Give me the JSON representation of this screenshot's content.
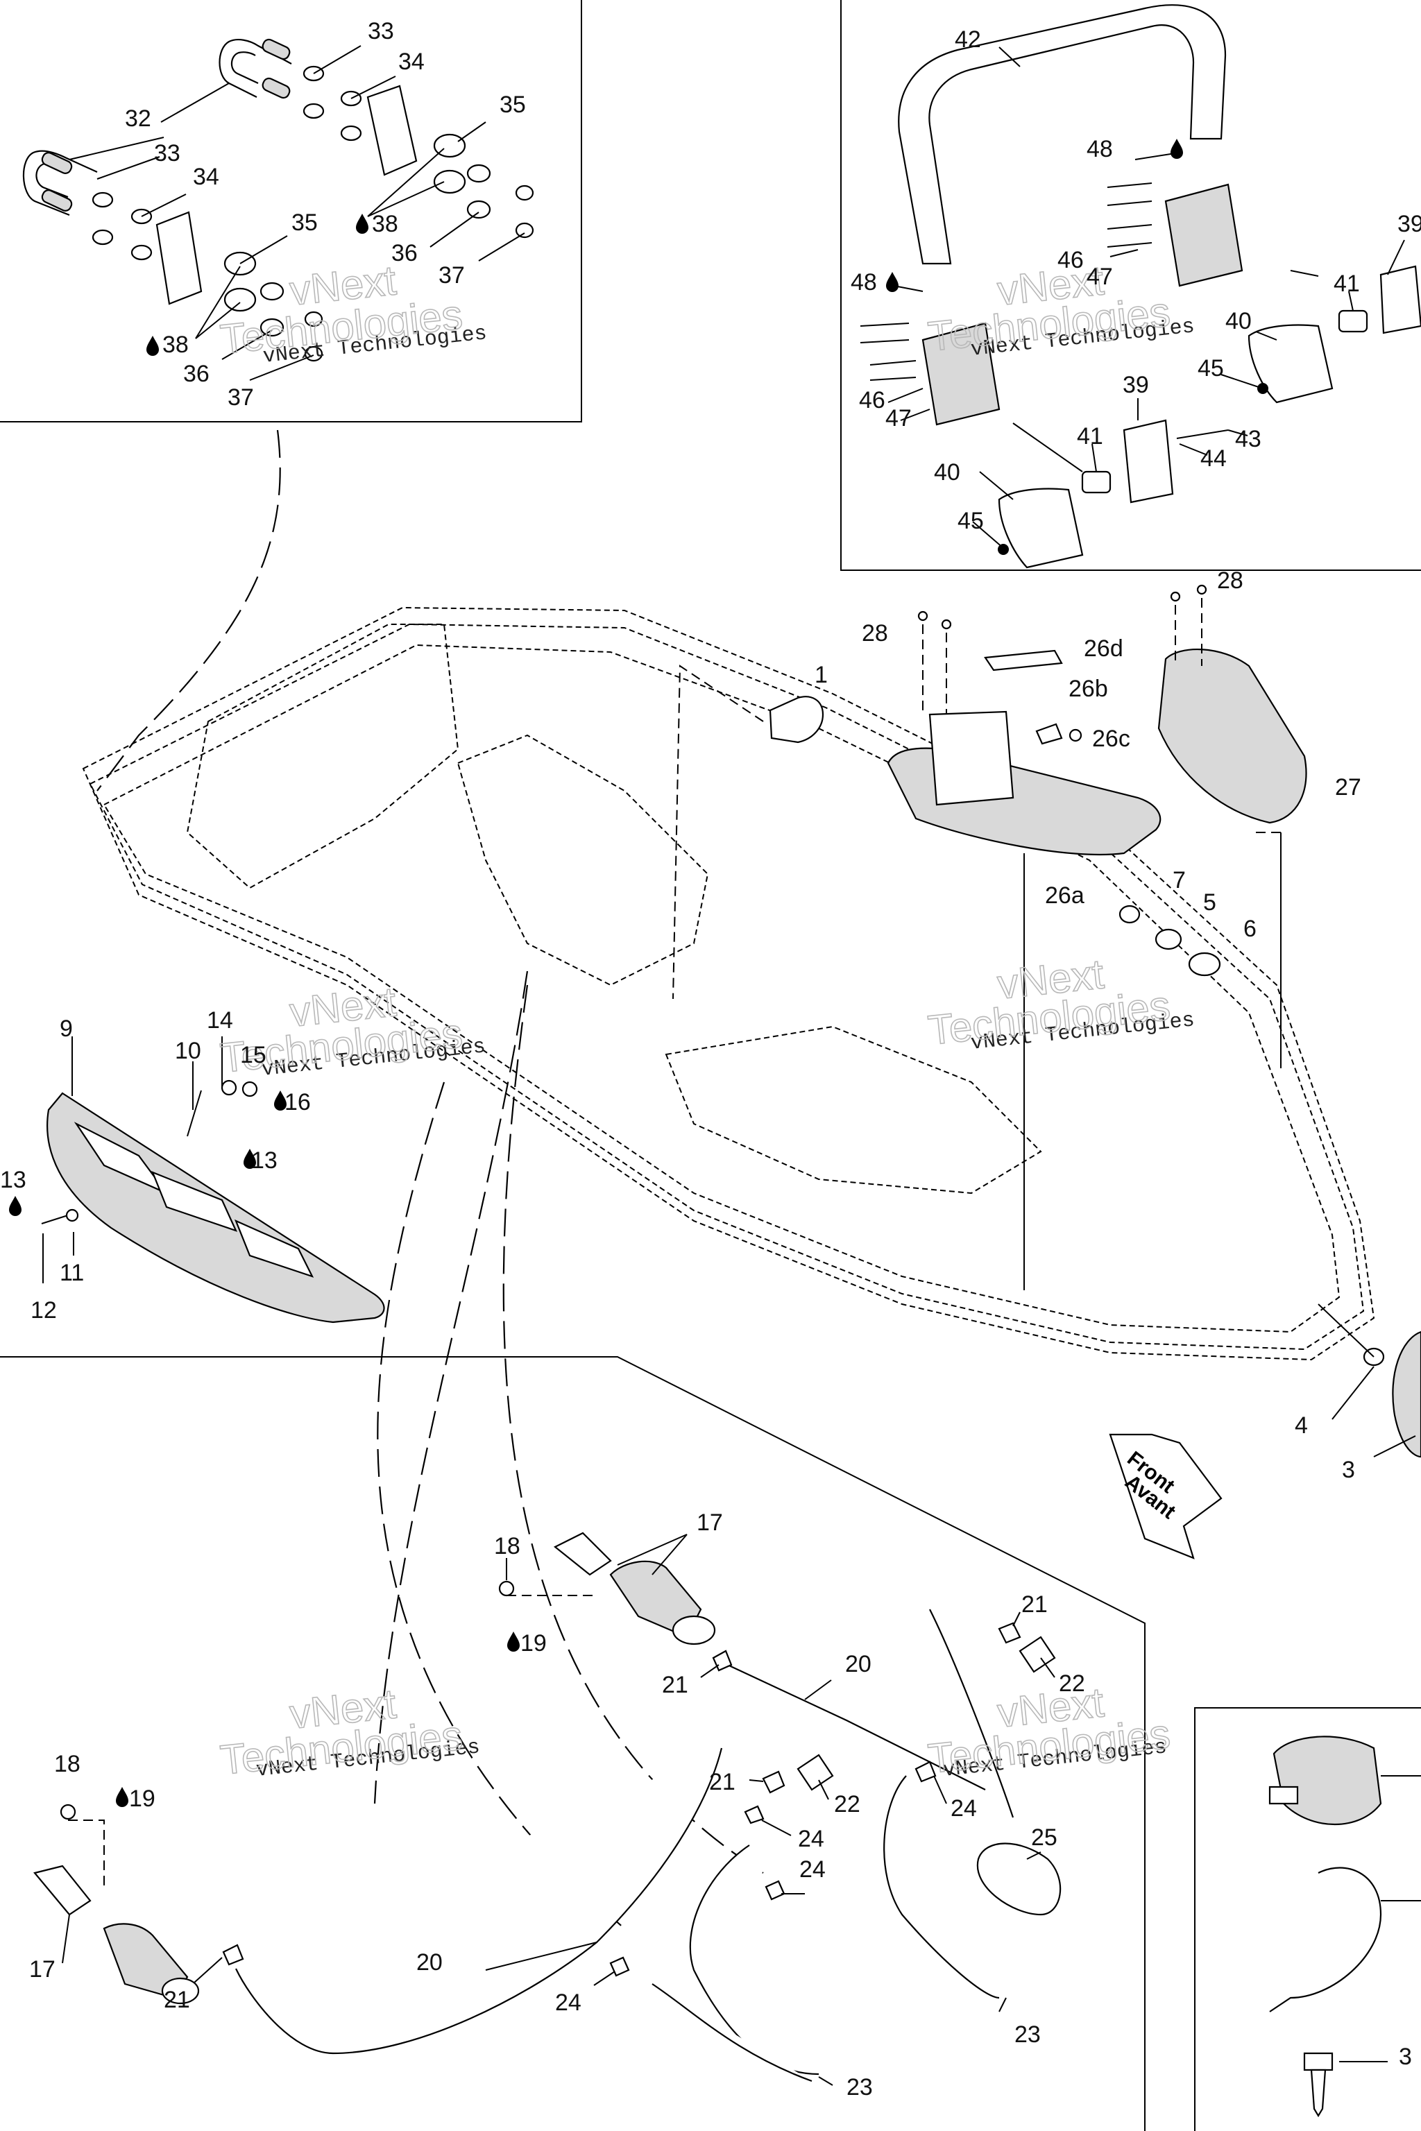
{
  "callouts": [
    {
      "id": "c33a",
      "text": "33"
    },
    {
      "id": "c34a",
      "text": "34"
    },
    {
      "id": "c32",
      "text": "32"
    },
    {
      "id": "c35a",
      "text": "35"
    },
    {
      "id": "c33b",
      "text": "33"
    },
    {
      "id": "c34b",
      "text": "34"
    },
    {
      "id": "c35b",
      "text": "35"
    },
    {
      "id": "c38a",
      "text": "38"
    },
    {
      "id": "c36a",
      "text": "36"
    },
    {
      "id": "c37a",
      "text": "37"
    },
    {
      "id": "c38b",
      "text": "38"
    },
    {
      "id": "c36b",
      "text": "36"
    },
    {
      "id": "c37b",
      "text": "37"
    },
    {
      "id": "c42",
      "text": "42"
    },
    {
      "id": "c48a",
      "text": "48"
    },
    {
      "id": "c39a",
      "text": "39"
    },
    {
      "id": "c46a",
      "text": "46"
    },
    {
      "id": "c47a",
      "text": "47"
    },
    {
      "id": "c41a",
      "text": "41"
    },
    {
      "id": "c48b",
      "text": "48"
    },
    {
      "id": "c40a",
      "text": "40"
    },
    {
      "id": "c45a",
      "text": "45"
    },
    {
      "id": "c46b",
      "text": "46"
    },
    {
      "id": "c47b",
      "text": "47"
    },
    {
      "id": "c39b",
      "text": "39"
    },
    {
      "id": "c43",
      "text": "43"
    },
    {
      "id": "c44",
      "text": "44"
    },
    {
      "id": "c41b",
      "text": "41"
    },
    {
      "id": "c40b",
      "text": "40"
    },
    {
      "id": "c45b",
      "text": "45"
    },
    {
      "id": "c28a",
      "text": "28"
    },
    {
      "id": "c28b",
      "text": "28"
    },
    {
      "id": "c26d",
      "text": "26d"
    },
    {
      "id": "c1",
      "text": "1"
    },
    {
      "id": "c26b",
      "text": "26b"
    },
    {
      "id": "c26c",
      "text": "26c"
    },
    {
      "id": "c27",
      "text": "27"
    },
    {
      "id": "c26a",
      "text": "26a"
    },
    {
      "id": "c7",
      "text": "7"
    },
    {
      "id": "c5",
      "text": "5"
    },
    {
      "id": "c6",
      "text": "6"
    },
    {
      "id": "c9",
      "text": "9"
    },
    {
      "id": "c14",
      "text": "14"
    },
    {
      "id": "c10",
      "text": "10"
    },
    {
      "id": "c15",
      "text": "15"
    },
    {
      "id": "c16",
      "text": "16"
    },
    {
      "id": "c13a",
      "text": "13"
    },
    {
      "id": "c13b",
      "text": "13"
    },
    {
      "id": "c11",
      "text": "11"
    },
    {
      "id": "c12",
      "text": "12"
    },
    {
      "id": "c4",
      "text": "4"
    },
    {
      "id": "c3a",
      "text": "3"
    },
    {
      "id": "c17a",
      "text": "17"
    },
    {
      "id": "c18a",
      "text": "18"
    },
    {
      "id": "c19a",
      "text": "19"
    },
    {
      "id": "c21a",
      "text": "21"
    },
    {
      "id": "c22a",
      "text": "22"
    },
    {
      "id": "c20a",
      "text": "20"
    },
    {
      "id": "c21b",
      "text": "21"
    },
    {
      "id": "c18b",
      "text": "18"
    },
    {
      "id": "c19b",
      "text": "19"
    },
    {
      "id": "c21c",
      "text": "21"
    },
    {
      "id": "c22b",
      "text": "22"
    },
    {
      "id": "c24a",
      "text": "24"
    },
    {
      "id": "c24b",
      "text": "24"
    },
    {
      "id": "c24c",
      "text": "24"
    },
    {
      "id": "c25",
      "text": "25"
    },
    {
      "id": "c17b",
      "text": "17"
    },
    {
      "id": "c21d",
      "text": "21"
    },
    {
      "id": "c20b",
      "text": "20"
    },
    {
      "id": "c24d",
      "text": "24"
    },
    {
      "id": "c23a",
      "text": "23"
    },
    {
      "id": "c23b",
      "text": "23"
    },
    {
      "id": "c3b",
      "text": "3"
    }
  ],
  "front_label": {
    "line1": "Front",
    "line2": "Avant"
  },
  "watermark": {
    "small": "vNext Technologies",
    "big_line1": "vNext",
    "big_line2": "Technologies"
  },
  "colors": {
    "ink": "#000000",
    "paper": "#ffffff",
    "watermark": "#b8b8b8",
    "part_fill": "#d9d9d9"
  },
  "icons": [
    "drop-icon"
  ]
}
